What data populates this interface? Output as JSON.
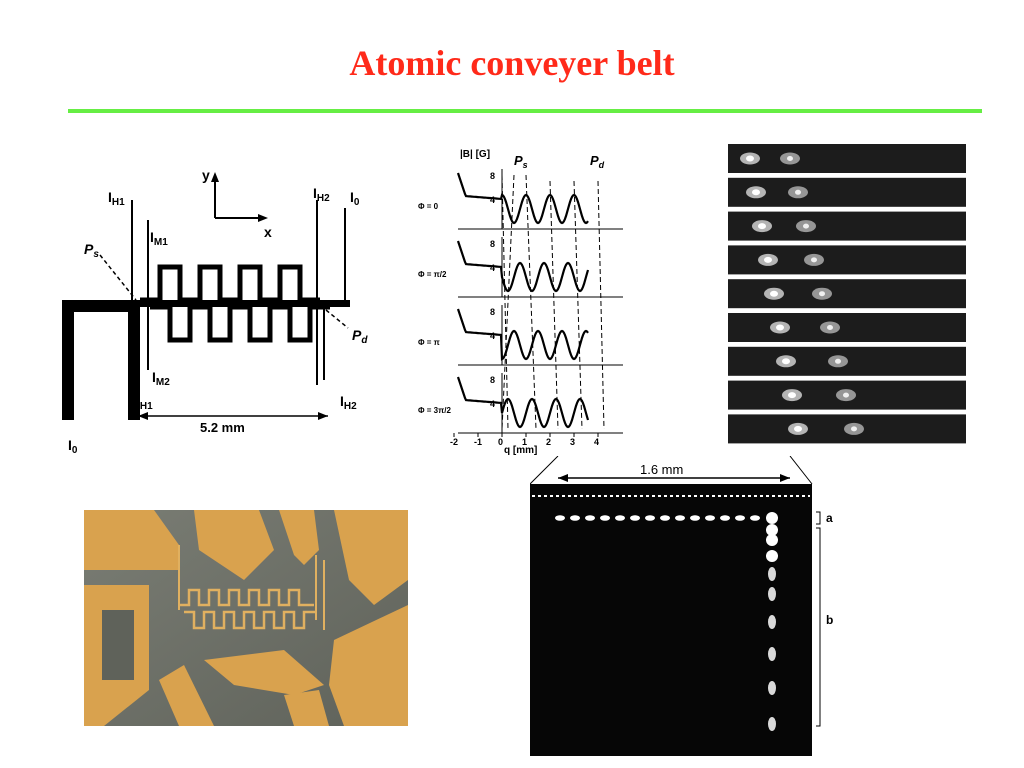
{
  "slide": {
    "title": "Atomic conveyer belt"
  },
  "schematic": {
    "labels": {
      "ih1_top": "I",
      "ih1_top_sub": "H1",
      "ih2_top": "I",
      "ih2_top_sub": "H2",
      "i0_top": "I",
      "i0_top_sub": "0",
      "im1": "I",
      "im1_sub": "M1",
      "im2": "I",
      "im2_sub": "M2",
      "ih1_bot": "I",
      "ih1_bot_sub": "H1",
      "ih2_bot": "I",
      "ih2_bot_sub": "H2",
      "i0_bot": "I",
      "i0_bot_sub": "0",
      "ps": "P",
      "ps_sub": "s",
      "pd": "P",
      "pd_sub": "d",
      "axis_y": "y",
      "axis_x": "x",
      "length": "5.2 mm"
    }
  },
  "potential_plot": {
    "ylabel": "|B| [G]",
    "xlabel": "q [mm]",
    "ps": "P",
    "ps_sub": "s",
    "pd": "P",
    "pd_sub": "d",
    "phases": [
      "Φ = 0",
      "Φ = π/2",
      "Φ = π",
      "Φ = 3π/2"
    ],
    "y_ticks": [
      "8",
      "4"
    ],
    "x_ticks": [
      "-2",
      "-1",
      "0",
      "1",
      "2",
      "3",
      "4"
    ]
  },
  "absorption_images": {
    "frame_count": 9
  },
  "chip_photo": {
    "colors": {
      "gold": "#d9a24e",
      "substrate": "#6e7168"
    }
  },
  "fluorescence_image": {
    "scale": "1.6 mm",
    "label_a": "a",
    "label_b": "b"
  }
}
